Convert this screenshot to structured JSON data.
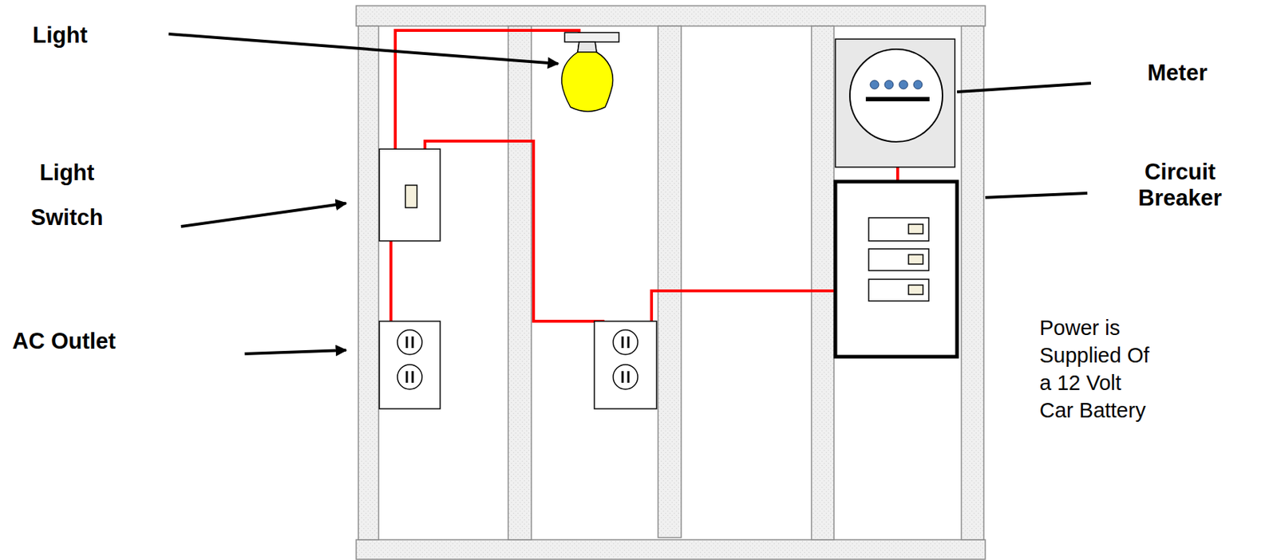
{
  "diagram": {
    "labels": [
      "Light",
      "Light Switch",
      "AC Outlet",
      "Meter",
      "Circuit Breaker",
      "Power is Supplied Of a 12 Volt Car Battery"
    ]
  }
}
